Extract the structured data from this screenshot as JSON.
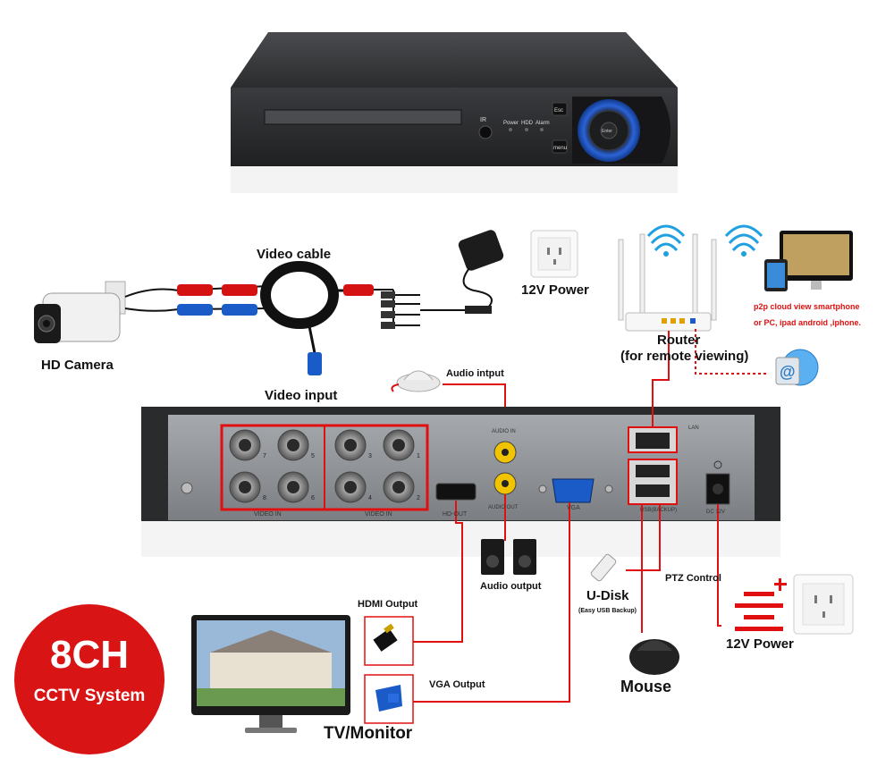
{
  "dvr_front": {
    "ir_label": "IR",
    "led_labels": [
      "Power",
      "HDD",
      "Alarm"
    ],
    "esc_label": "Esc",
    "menu_label": "menu",
    "enter_label": "Enter"
  },
  "labels": {
    "video_cable": "Video cable",
    "hd_camera": "HD Camera",
    "video_input": "Video input",
    "power_top": "12V Power",
    "router": "Router",
    "router_sub": "(for remote viewing)",
    "p2p_line1": "p2p cloud  view smartphone",
    "p2p_line2": "or PC, ipad android ,iphone.",
    "audio_input": "Audio intput",
    "audio_output": "Audio output",
    "u_disk": "U-Disk",
    "u_disk_sub": "(Easy USB Backup)",
    "ptz_control": "PTZ Control",
    "power_bottom": "12V Power",
    "hdmi_output": "HDMI Output",
    "vga_output": "VGA Output",
    "mouse": "Mouse",
    "tv_monitor": "TV/Monitor"
  },
  "panel": {
    "video_in_left": "VIDEO IN",
    "video_in_right": "VIDEO IN",
    "hd_out": "HD-OUT",
    "audio_in": "AUDIO IN",
    "audio_out": "AUDIO OUT",
    "vga": "VGA",
    "lan": "LAN",
    "usb_label": "USB(BACKUP)",
    "dc": "DC 12V",
    "bnc_numbers": [
      "7",
      "5",
      "3",
      "1",
      "8",
      "6",
      "4",
      "2"
    ]
  },
  "badge": {
    "title": "8CH",
    "subtitle": "CCTV System"
  },
  "colors": {
    "wire_red": "#e01010",
    "badge_red": "#d91414",
    "dvr_body": "#2e2e30",
    "panel_gray": "#8a8d91",
    "highlight_red": "#e01010"
  }
}
